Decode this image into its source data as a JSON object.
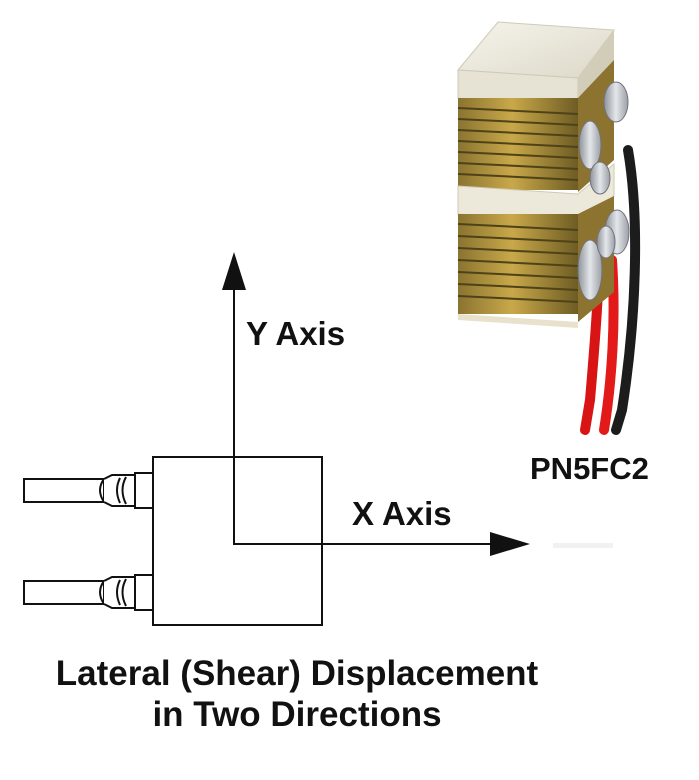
{
  "diagram": {
    "y_axis_label": "Y Axis",
    "x_axis_label": "X Axis",
    "part_number": "PN5FC2",
    "caption_line1": "Lateral (Shear) Displacement",
    "caption_line2": "in Two Directions"
  },
  "colors": {
    "line": "#111111",
    "ceramic": "#efece2",
    "plate_gold": "#c2a040",
    "plate_dark": "#6a5a22",
    "solder": "#b9bdc4",
    "wire_red": "#e01818",
    "wire_black": "#1c1c1c"
  }
}
